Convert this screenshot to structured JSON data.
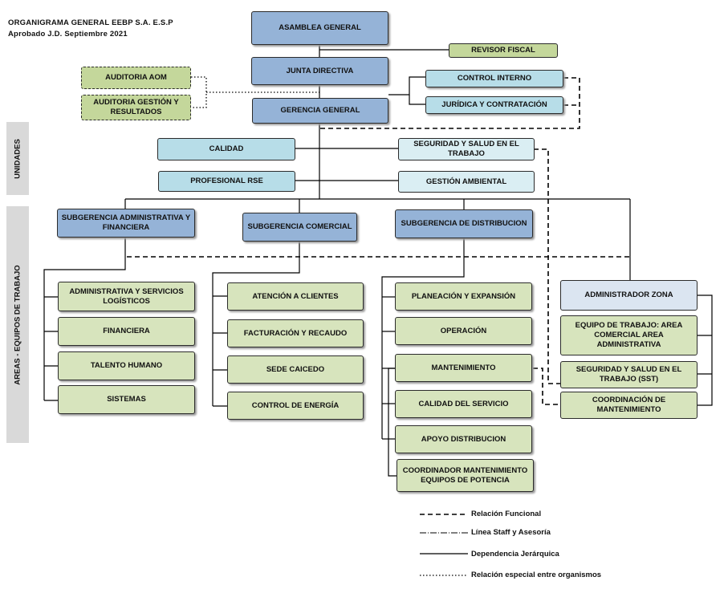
{
  "header": {
    "title": "ORGANIGRAMA GENERAL EEBP S.A. E.S.P",
    "subtitle": "Aprobado J.D. Septiembre 2021"
  },
  "sidebars": {
    "unidades": "UNIDADES",
    "areas": "AREAS - EQUIPOS DE TRABAJO"
  },
  "top": {
    "asamblea": "ASAMBLEA GENERAL",
    "revisor": "REVISOR FISCAL",
    "junta": "JUNTA DIRECTIVA",
    "gerencia": "GERENCIA GENERAL",
    "auditoria_aom": "AUDITORIA AOM",
    "auditoria_gestion": "AUDITORIA GESTIÓN Y RESULTADOS",
    "control_interno": "CONTROL INTERNO",
    "juridica": "JURÍDICA  Y CONTRATACIÓN"
  },
  "unidades": {
    "calidad": "CALIDAD",
    "seguridad": "SEGURIDAD Y SALUD EN EL TRABAJO",
    "rse": "PROFESIONAL RSE",
    "ambiental": "GESTIÓN AMBIENTAL"
  },
  "subgerencias": {
    "administrativa": "SUBGERENCIA ADMINISTRATIVA Y FINANCIERA",
    "comercial": "SUBGERENCIA COMERCIAL",
    "distribucion": "SUBGERENCIA DE DISTRIBUCION"
  },
  "areas_admin": [
    "ADMINISTRATIVA Y SERVICIOS LOGÍSTICOS",
    "FINANCIERA",
    "TALENTO HUMANO",
    "SISTEMAS"
  ],
  "areas_comercial": [
    "ATENCIÓN A CLIENTES",
    "FACTURACIÓN Y RECAUDO",
    "SEDE CAICEDO",
    "CONTROL DE ENERGÍA"
  ],
  "areas_distribucion": [
    "PLANEACIÓN Y EXPANSIÓN",
    "OPERACIÓN",
    "MANTENIMIENTO",
    "CALIDAD DEL SERVICIO",
    "APOYO DISTRIBUCION",
    "COORDINADOR MANTENIMIENTO EQUIPOS DE POTENCIA"
  ],
  "zona": {
    "admin": "ADMINISTRADOR ZONA",
    "equipo": "EQUIPO DE TRABAJO: AREA COMERCIAL AREA ADMINISTRATIVA",
    "sst": "SEGURIDAD Y SALUD EN EL TRABAJO (SST)",
    "coord": "COORDINACIÓN DE MANTENIMIENTO"
  },
  "legend": {
    "funcional": "Relación Funcional",
    "staff": "Línea Staff y Asesoría",
    "jerarquica": "Dependencia Jerárquica",
    "especial": "Relación especial entre organismos"
  }
}
